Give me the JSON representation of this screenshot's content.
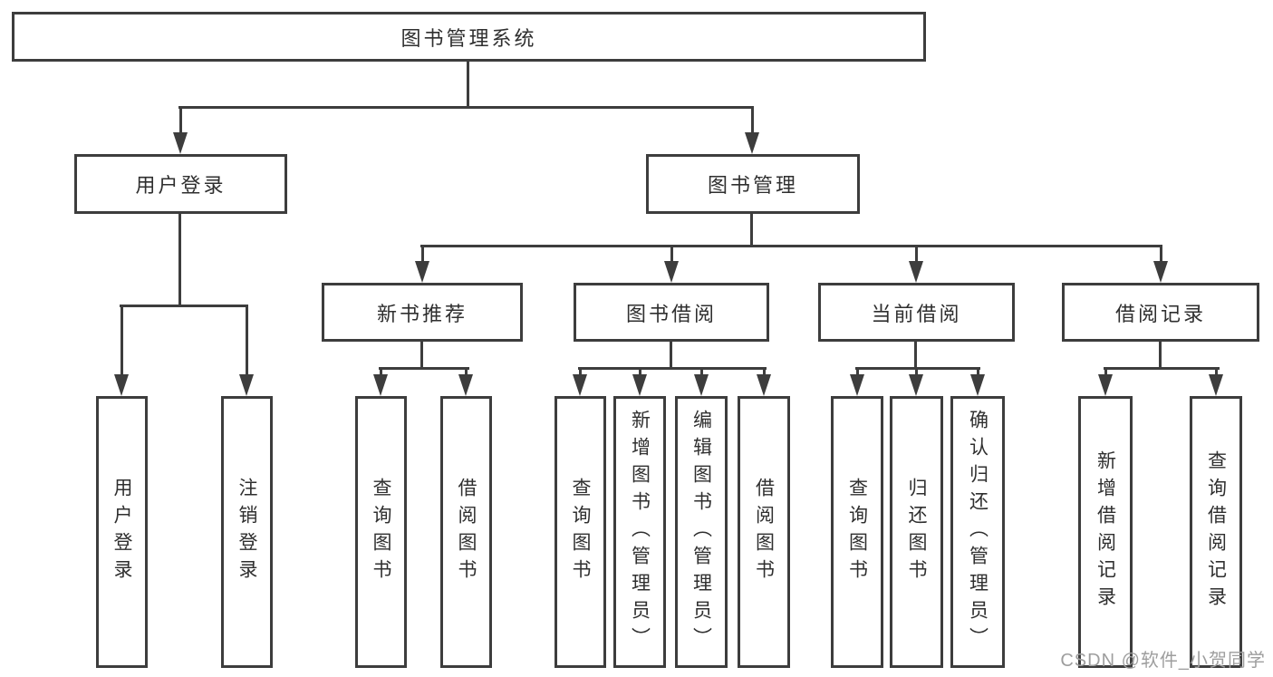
{
  "tree": {
    "label": "图书管理系统",
    "children": [
      {
        "label": "用户登录",
        "children": [
          {
            "label": "用户登录"
          },
          {
            "label": "注销登录"
          }
        ]
      },
      {
        "label": "图书管理",
        "children": [
          {
            "label": "新书推荐",
            "children": [
              {
                "label": "查询图书"
              },
              {
                "label": "借阅图书"
              }
            ]
          },
          {
            "label": "图书借阅",
            "children": [
              {
                "label": "查询图书"
              },
              {
                "label": "新增图书（管理员）"
              },
              {
                "label": "编辑图书（管理员）"
              },
              {
                "label": "借阅图书"
              }
            ]
          },
          {
            "label": "当前借阅",
            "children": [
              {
                "label": "查询图书"
              },
              {
                "label": "归还图书"
              },
              {
                "label": "确认归还（管理员）"
              }
            ]
          },
          {
            "label": "借阅记录",
            "children": [
              {
                "label": "新增借阅记录"
              },
              {
                "label": "查询借阅记录"
              }
            ]
          }
        ]
      }
    ]
  },
  "watermark": {
    "text": "CSDN @软件_小贺同学"
  },
  "colors": {
    "line": "#3d3d3d",
    "text": "#2f2f2f",
    "watermark": "#9e9e9e",
    "background": "#ffffff"
  }
}
